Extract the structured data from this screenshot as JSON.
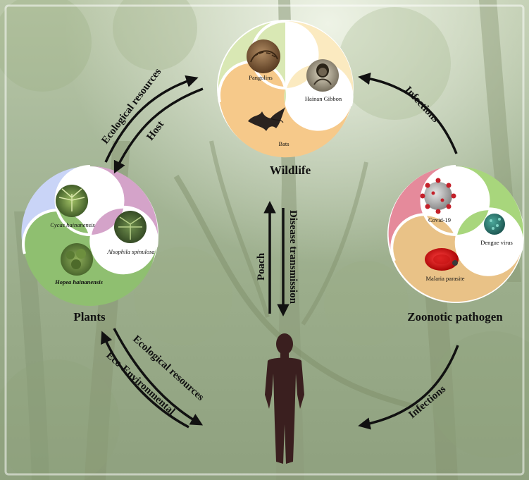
{
  "wildlife": {
    "title": "Wildlife",
    "pangolins": "Pangolins",
    "gibbon": "Hainan Gibbon",
    "bats": "Bats"
  },
  "plants": {
    "title": "Plants",
    "cycas": "Cycas hainanensis",
    "alsophila": "Alsophila spinulosa",
    "hopea": "Hopea hainanensis"
  },
  "pathogen": {
    "title": "Zoonotic pathogen",
    "covid": "Covid-19",
    "dengue": "Dengue virus",
    "malaria": "Malaria parasite"
  },
  "arrows": {
    "ecological_resources_top": "Ecological resources",
    "host": "Host",
    "infections_top": "Infections",
    "poach": "Poach",
    "disease_transmission": "Disease transmission",
    "ecological_resources_bottom": "Ecological resources",
    "eco_environmental": "Eco-Environmental",
    "infections_bottom": "Infections"
  },
  "colors": {
    "wildlife_green": "#d9e8b4",
    "wildlife_yellow": "#fbeac0",
    "wildlife_orange": "#f6c98a",
    "plants_blue": "#c9d4f7",
    "plants_purple": "#d4a3c9",
    "plants_green": "#8fbf70",
    "pathogen_red": "#e58a9b",
    "pathogen_green": "#a8d67c",
    "pathogen_orange": "#e9c287",
    "human": "#3a1f1f"
  }
}
